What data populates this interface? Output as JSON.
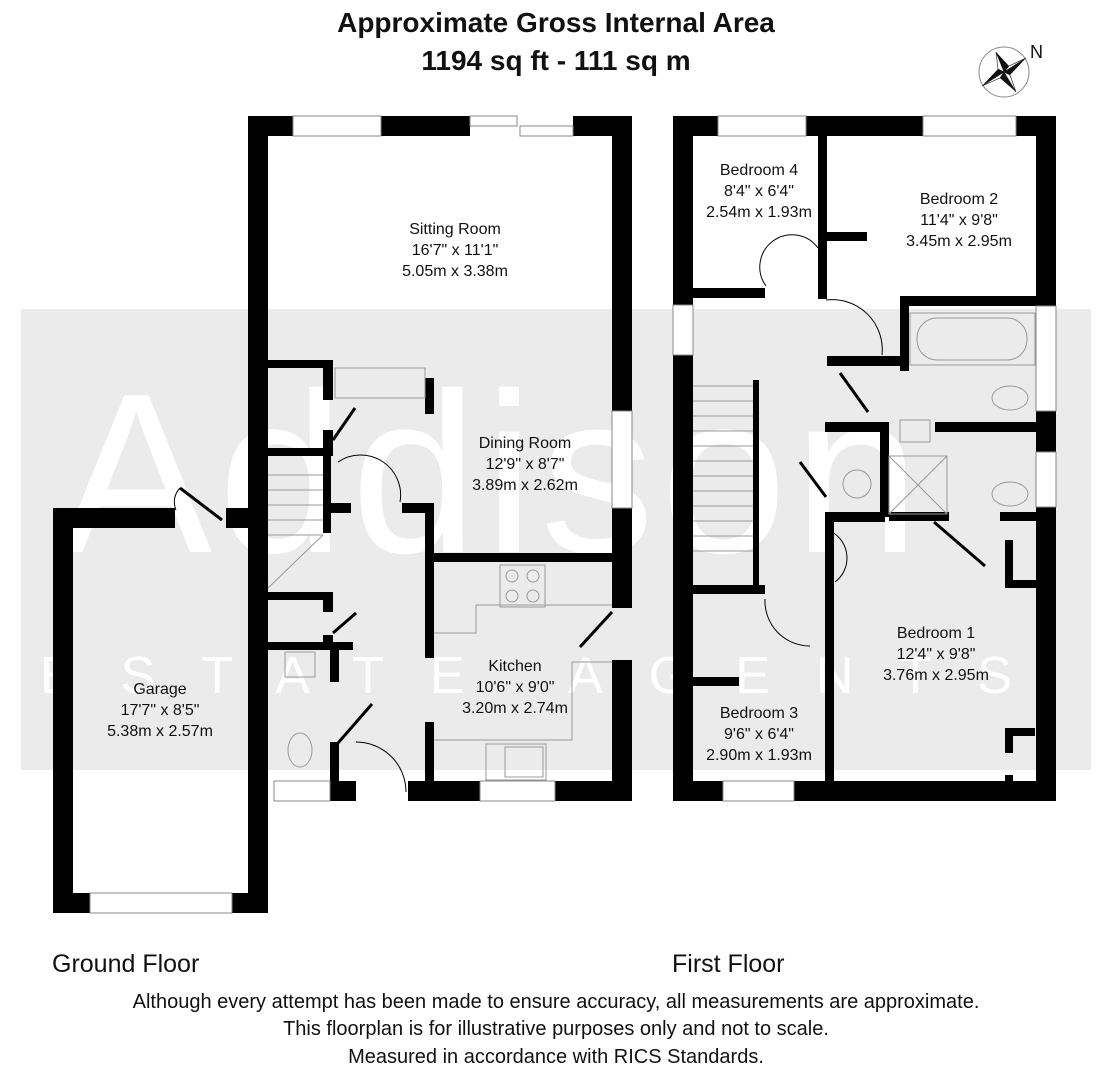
{
  "header": {
    "title": "Approximate Gross Internal Area",
    "area": "1194 sq ft - 111 sq m"
  },
  "compass": {
    "icon": "north-compass-icon",
    "label": "N"
  },
  "watermark": {
    "brand": "Addison",
    "tagline": "ESTATE AGENTS"
  },
  "ground_floor": {
    "label": "Ground Floor",
    "rooms": [
      {
        "name": "Sitting Room",
        "imperial": "16'7\" x 11'1\"",
        "metric": "5.05m x 3.38m"
      },
      {
        "name": "Dining Room",
        "imperial": "12'9\" x 8'7\"",
        "metric": "3.89m x 2.62m"
      },
      {
        "name": "Kitchen",
        "imperial": "10'6\" x 9'0\"",
        "metric": "3.20m x 2.74m"
      },
      {
        "name": "Garage",
        "imperial": "17'7\" x 8'5\"",
        "metric": "5.38m x 2.57m"
      }
    ]
  },
  "first_floor": {
    "label": "First Floor",
    "rooms": [
      {
        "name": "Bedroom 4",
        "imperial": "8'4\" x 6'4\"",
        "metric": "2.54m x 1.93m"
      },
      {
        "name": "Bedroom 2",
        "imperial": "11'4\" x 9'8\"",
        "metric": "3.45m x 2.95m"
      },
      {
        "name": "Bedroom 1",
        "imperial": "12'4\" x 9'8\"",
        "metric": "3.76m x 2.95m"
      },
      {
        "name": "Bedroom 3",
        "imperial": "9'6\" x 6'4\"",
        "metric": "2.90m x 1.93m"
      }
    ]
  },
  "disclaimer": {
    "line1": "Although every attempt has been made to ensure accuracy, all measurements are approximate.",
    "line2": "This floorplan is for illustrative purposes only and not to scale.",
    "line3": "Measured in accordance with RICS Standards."
  },
  "colors": {
    "wall": "#000000",
    "band": "#ebebeb",
    "background": "#ffffff"
  }
}
